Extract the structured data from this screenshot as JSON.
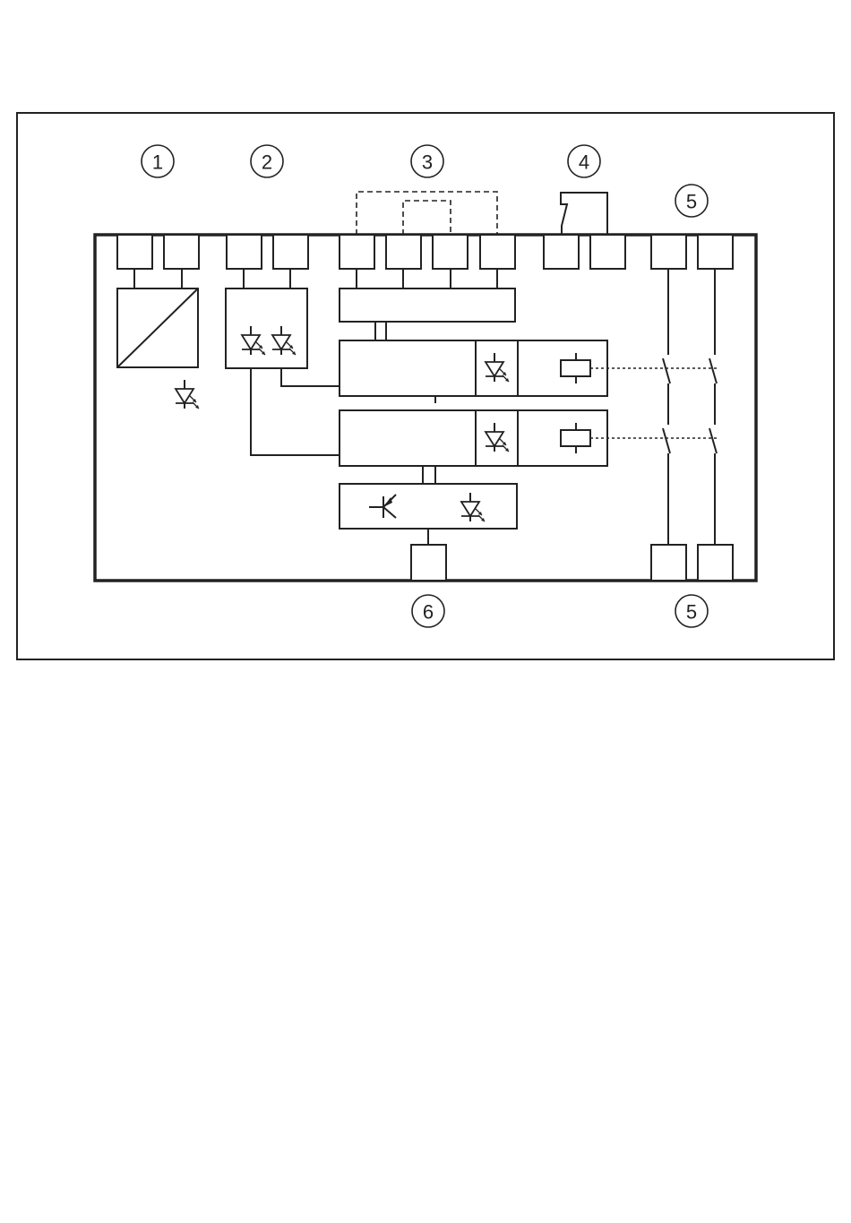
{
  "callouts": {
    "c1": "1",
    "c2": "2",
    "c3": "3",
    "c4": "4",
    "c5_top": "5",
    "c5_bottom": "5",
    "c6": "6"
  },
  "colors": {
    "stroke": "#222222",
    "background": "#ffffff"
  },
  "icons": [
    "converter-icon",
    "led-icon",
    "phototransistor-icon",
    "relay-coil-icon",
    "relay-contact-icon"
  ]
}
